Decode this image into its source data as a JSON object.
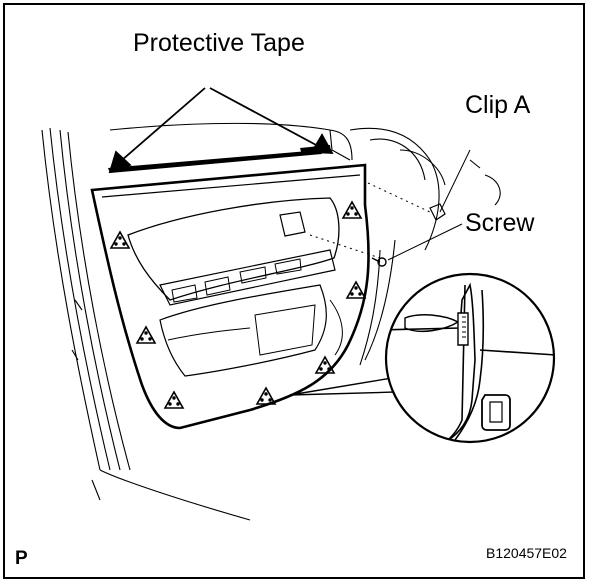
{
  "labels": {
    "protective_tape": "Protective Tape",
    "clip_a": "Clip A",
    "screw": "Screw",
    "view_marker": "P",
    "figure_code": "B120457E02"
  },
  "colors": {
    "line": "#000000",
    "background": "#ffffff"
  },
  "icons": [
    "clip-marker-icon",
    "arrow-icon",
    "screw-icon"
  ]
}
